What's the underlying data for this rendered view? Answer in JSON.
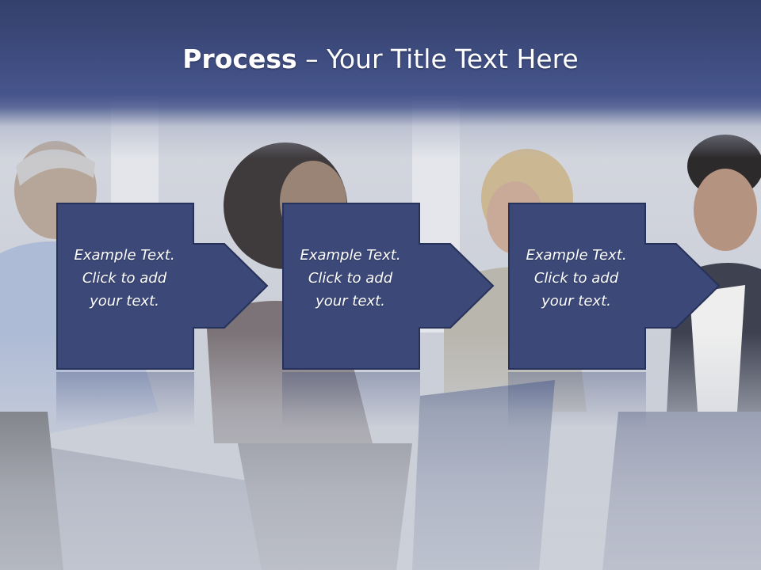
{
  "slide": {
    "title_bold": "Process",
    "title_rest": " – Your Title Text Here",
    "steps": [
      {
        "text": "Example Text.\nClick  to add\nyour text."
      },
      {
        "text": "Example Text.\nClick  to add\nyour text."
      },
      {
        "text": "Example Text.\nClick  to add\nyour text."
      }
    ]
  },
  "colors": {
    "box_fill": "#3b4878",
    "box_stroke": "#27325a",
    "title_band": "#3c4a7c"
  }
}
